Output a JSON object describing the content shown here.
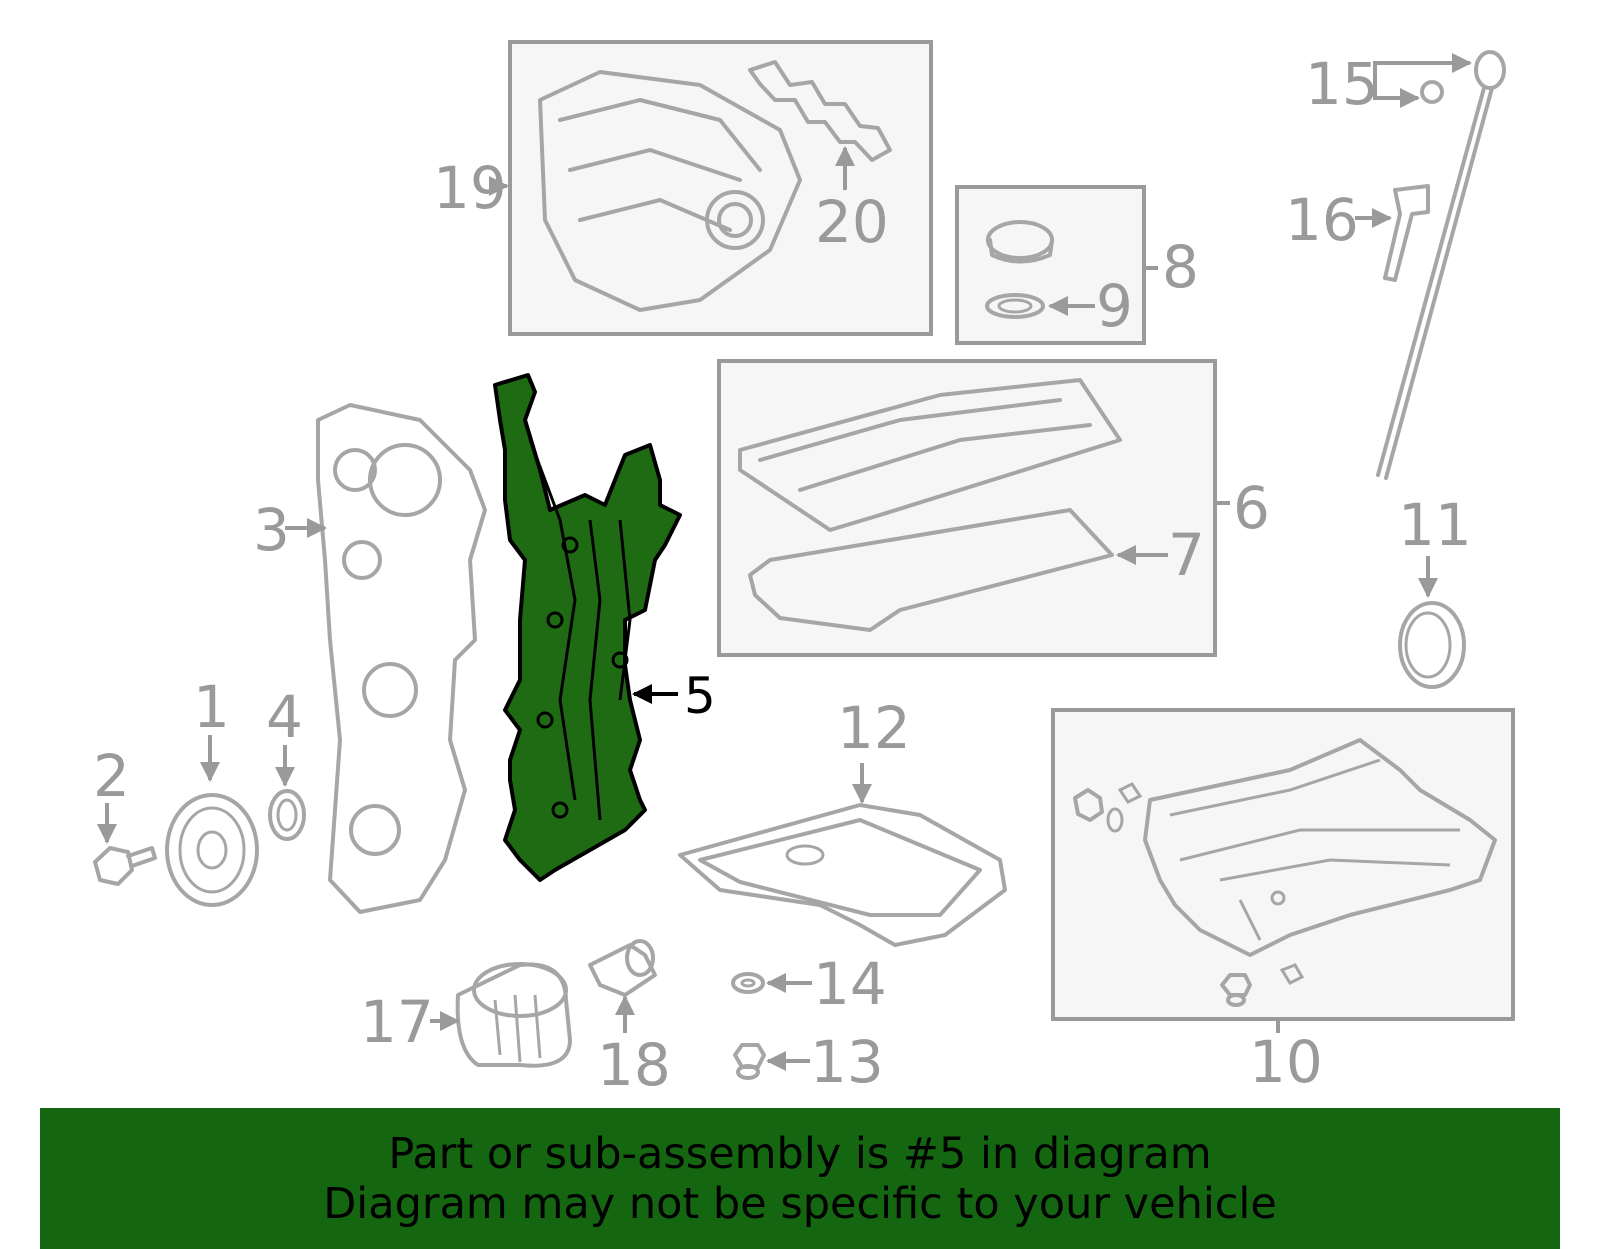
{
  "colors": {
    "highlight": "#1f6b14",
    "banner_bg": "#156610",
    "part_stroke": "#a6a6a6",
    "label": "#9a9a9a"
  },
  "callouts": {
    "c1": "1",
    "c2": "2",
    "c3": "3",
    "c4": "4",
    "c5": "5",
    "c6": "6",
    "c7": "7",
    "c8": "8",
    "c9": "9",
    "c10": "10",
    "c11": "11",
    "c12": "12",
    "c13": "13",
    "c14": "14",
    "c15": "15",
    "c16": "16",
    "c17": "17",
    "c18": "18",
    "c19": "19",
    "c20": "20"
  },
  "highlighted_part": "5",
  "banner": {
    "line1": "Part or sub-assembly is #5 in diagram",
    "line2": "Diagram may not be specific to your vehicle"
  }
}
